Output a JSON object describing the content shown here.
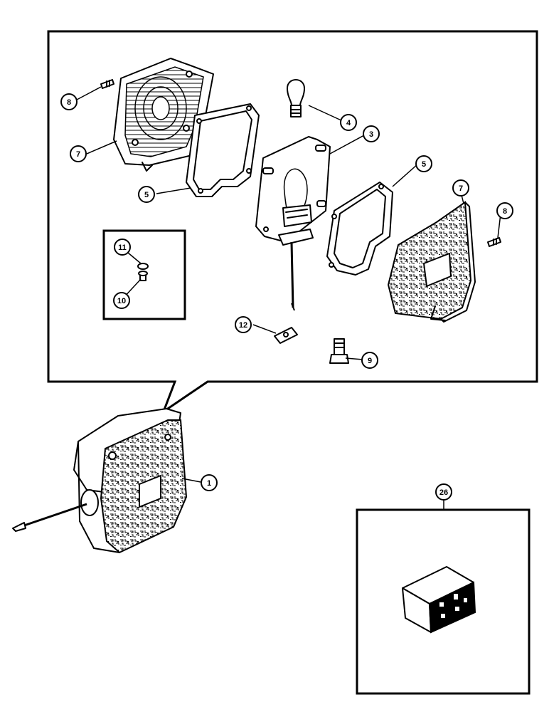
{
  "callouts": [
    {
      "id": "c8a",
      "label": "8"
    },
    {
      "id": "c7a",
      "label": "7"
    },
    {
      "id": "c4",
      "label": "4"
    },
    {
      "id": "c3",
      "label": "3"
    },
    {
      "id": "c5a",
      "label": "5"
    },
    {
      "id": "c5b",
      "label": "5"
    },
    {
      "id": "c7b",
      "label": "7"
    },
    {
      "id": "c8b",
      "label": "8"
    },
    {
      "id": "c11",
      "label": "11"
    },
    {
      "id": "c10",
      "label": "10"
    },
    {
      "id": "c12",
      "label": "12"
    },
    {
      "id": "c9",
      "label": "9"
    },
    {
      "id": "c1",
      "label": "1"
    },
    {
      "id": "c26",
      "label": "26"
    }
  ]
}
